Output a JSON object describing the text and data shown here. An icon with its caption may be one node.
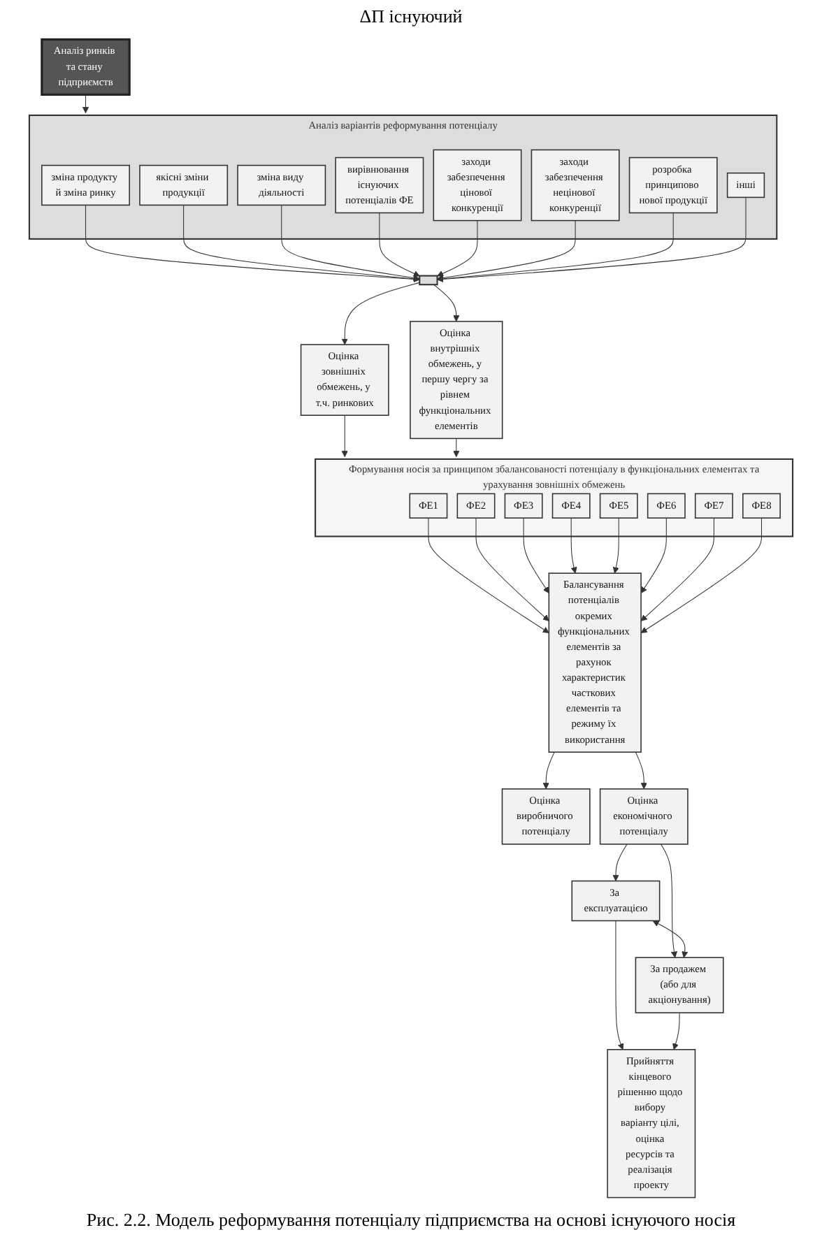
{
  "diagram": {
    "caption": "Рис. 2.2. Модель реформування потенціалу підприємства на основі існуючого носія",
    "nodes": [
      {
        "text": [
          "Аналіз ринків та стану підприємств"
        ]
      },
      {
        "text": [
          "Аналіз варіантів реформування потенціалу"
        ]
      },
      {
        "text": [
          "зміна продукту й зміна ринку"
        ],
        "in": 1
      },
      {
        "text": [
          "якісні зміни продукції"
        ],
        "in": 1
      },
      {
        "text": [
          "зміна виду діяльності"
        ],
        "in": 1
      },
      {
        "text": [
          "вирівнювання існуючих потенціалів ФЕ"
        ],
        "in": 1
      },
      {
        "text": [
          "заходи забезпечення цінової конкуренції"
        ],
        "in": 1
      },
      {
        "text": [
          "заходи забезпечення нецінової конкуренції"
        ],
        "in": 1
      },
      {
        "text": [
          "розробка принципово нової продукції"
        ],
        "in": 1
      },
      {
        "text": [
          "інші"
        ],
        "in": 1
      },
      {
        "text": [],
        "shape": "box"
      },
      {
        "text": [
          "Оцінка зовнішніх обмежень, у т.ч. ринкових"
        ]
      },
      {
        "text": [
          "Оцінка внутрішніх обмежень, у першу чергу за рівнем функціональних елементів"
        ]
      },
      {
        "text": [
          "Формування носія за принципом збалансованості потенціалу в функціональних елементах та урахування зовнішніх обмежень"
        ]
      },
      {
        "text": [
          "ФЕ1"
        ],
        "in": 13
      },
      {
        "text": [
          "ФЕ2"
        ],
        "in": 13
      },
      {
        "text": [
          "ФЕ3"
        ],
        "in": 13
      },
      {
        "text": [
          "ФЕ4"
        ],
        "in": 13
      },
      {
        "text": [
          "ФЕ5"
        ],
        "in": 13
      },
      {
        "text": [
          "ФЕ6"
        ],
        "in": 13
      },
      {
        "text": [
          "ФЕ7"
        ],
        "in": 13
      },
      {
        "text": [
          "ФЕ8"
        ],
        "in": 13
      },
      {
        "text": [
          "Балансування потенціалів окремих функціональних елементів за рахунок характеристик часткових елементів та режиму їх використання"
        ]
      },
      {
        "text": [
          "Оцінка виробничого потенціалу"
        ]
      },
      {
        "text": [
          "Оцінка економічного потенціалу"
        ]
      },
      {
        "text": [
          "За експлуатацією"
        ]
      },
      {
        "text": [
          "За продажем (або для акціонування)"
        ]
      },
      {
        "text": [
          "Прийняття кінцевого рішенню щодо вибору варіанту цілі, оцінка ресурсів та реалізація проекту"
        ]
      }
    ],
    "edges": [
      {
        "from": 0,
        "to": 1,
        "arrow": "to"
      },
      {
        "from": 2,
        "to": 10,
        "arrow": "to"
      },
      {
        "from": 3,
        "to": 10,
        "arrow": "to"
      },
      {
        "from": 4,
        "to": 10,
        "arrow": "to"
      },
      {
        "from": 5,
        "to": 10,
        "arrow": "to"
      },
      {
        "from": 6,
        "to": 10,
        "arrow": "to"
      },
      {
        "from": 7,
        "to": 10,
        "arrow": "to"
      },
      {
        "from": 8,
        "to": 10,
        "arrow": "to"
      },
      {
        "from": 9,
        "to": 10,
        "arrow": "to"
      },
      {
        "from": 10,
        "to": 11,
        "arrow": "to"
      },
      {
        "from": 10,
        "to": 12,
        "arrow": "to"
      },
      {
        "from": 11,
        "to": 13,
        "arrow": "to"
      },
      {
        "from": 12,
        "to": 13,
        "arrow": "to"
      },
      {
        "from": 14,
        "to": 22,
        "arrow": "to"
      },
      {
        "from": 15,
        "to": 22,
        "arrow": "to"
      },
      {
        "from": 16,
        "to": 22,
        "arrow": "to"
      },
      {
        "from": 17,
        "to": 22,
        "arrow": "to"
      },
      {
        "from": 18,
        "to": 22,
        "arrow": "to"
      },
      {
        "from": 19,
        "to": 22,
        "arrow": "to"
      },
      {
        "from": 20,
        "to": 22,
        "arrow": "to"
      },
      {
        "from": 21,
        "to": 22,
        "arrow": "to"
      },
      {
        "from": 22,
        "to": 23,
        "arrow": "to"
      },
      {
        "from": 22,
        "to": 24,
        "arrow": "to"
      },
      {
        "from": 24,
        "to": 25,
        "arrow": "to"
      },
      {
        "from": 24,
        "to": 26,
        "arrow": "to"
      },
      {
        "from": 25,
        "to": 26,
        "arrow": "both"
      },
      {
        "from": 25,
        "to": 27,
        "arrow": "to"
      },
      {
        "from": 26,
        "to": 27,
        "arrow": "to"
      }
    ],
    "labels": [
      "ΔП існуючий"
    ]
  }
}
